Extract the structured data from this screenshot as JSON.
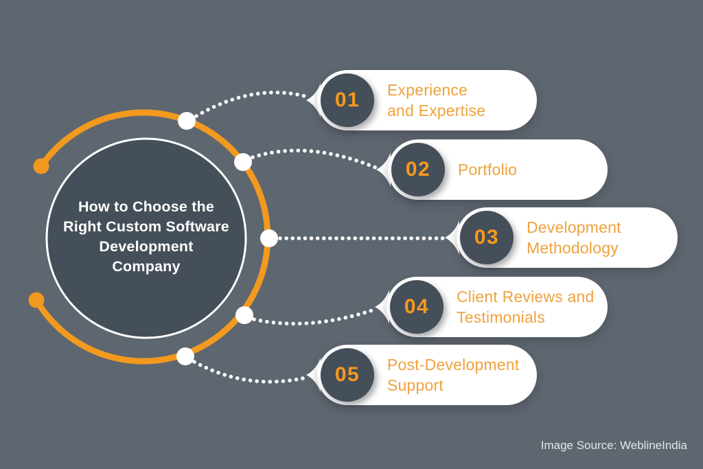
{
  "title": {
    "lines": [
      "How to Choose the",
      "Right Custom Software",
      "Development",
      "Company"
    ]
  },
  "items": [
    {
      "number": "01",
      "line1": "Experience",
      "line2": "and Expertise"
    },
    {
      "number": "02",
      "line1": "Portfolio",
      "line2": ""
    },
    {
      "number": "03",
      "line1": "Development",
      "line2": "Methodology"
    },
    {
      "number": "04",
      "line1": "Client Reviews and",
      "line2": "Testimonials"
    },
    {
      "number": "05",
      "line1": "Post-Development",
      "line2": "Support"
    }
  ],
  "caption": "Image Source: WeblineIndia",
  "colors": {
    "background": "#5E6670",
    "dark_circle": "#454F59",
    "arc_orange": "#F2991F",
    "number_orange": "#F6991D",
    "label_orange": "#EFA23C",
    "title_white": "#FFFFFF"
  }
}
